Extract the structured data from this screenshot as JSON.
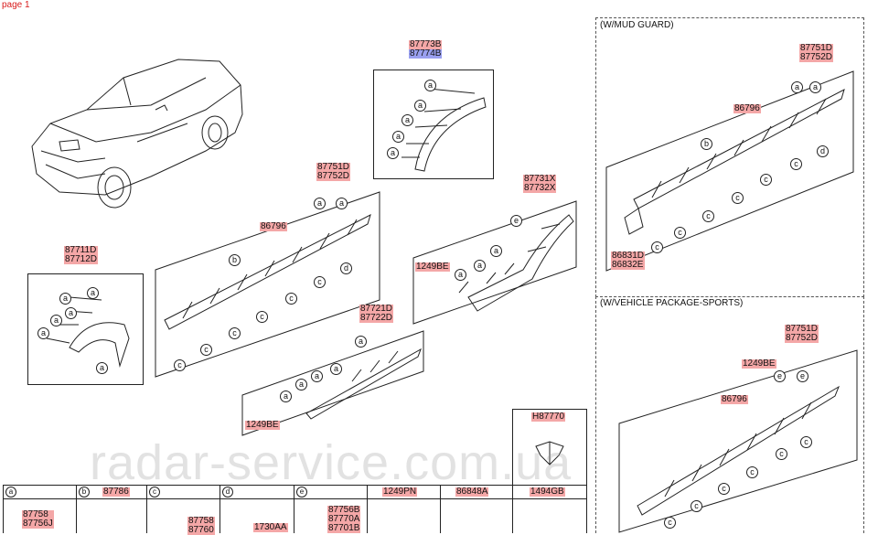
{
  "page_label": "page 1",
  "watermark": "radar-service.com.ua",
  "groups": {
    "mudguard": {
      "caption": "(W/MUD GUARD)",
      "parts": [
        "87751D",
        "87752D"
      ],
      "part_mid": "86796",
      "part_bottom": [
        "86831D",
        "86832E"
      ]
    },
    "sports": {
      "caption": "(W/VEHICLE PACKAGE-SPORTS)",
      "parts": [
        "87751D",
        "87752D"
      ],
      "bolt": "1249BE",
      "part_mid": "86796"
    }
  },
  "panels": {
    "top_arch": {
      "parts": [
        "87773B",
        "87774B"
      ]
    },
    "front_arch": {
      "parts": [
        "87711D",
        "87712D"
      ]
    },
    "side_sill": {
      "parts": [
        "87751D",
        "87752D"
      ],
      "part_mid": "86796"
    },
    "rear_arch": {
      "parts": [
        "87731X",
        "87732X"
      ],
      "bolt": "1249BE"
    },
    "lower_strip": {
      "parts": [
        "87721D",
        "87722D"
      ],
      "bolt": "1249BE"
    },
    "clip_box": {
      "part": "H87770"
    }
  },
  "callouts": [
    "a",
    "b",
    "c",
    "d",
    "e"
  ],
  "legend": [
    {
      "letter": "a",
      "parts": [
        "87758",
        "87756J"
      ]
    },
    {
      "letter": "b",
      "parts": [
        "87786"
      ]
    },
    {
      "letter": "c",
      "parts": [
        "87758",
        "87760"
      ]
    },
    {
      "letter": "d",
      "parts": [
        "1730AA"
      ]
    },
    {
      "letter": "e",
      "parts": [
        "87756B",
        "87770A",
        "87701B"
      ]
    },
    {
      "letter": "",
      "parts": [
        "1249PN"
      ]
    },
    {
      "letter": "",
      "parts": [
        "86848A"
      ]
    },
    {
      "letter": "",
      "parts": [
        "1494GB"
      ]
    }
  ]
}
